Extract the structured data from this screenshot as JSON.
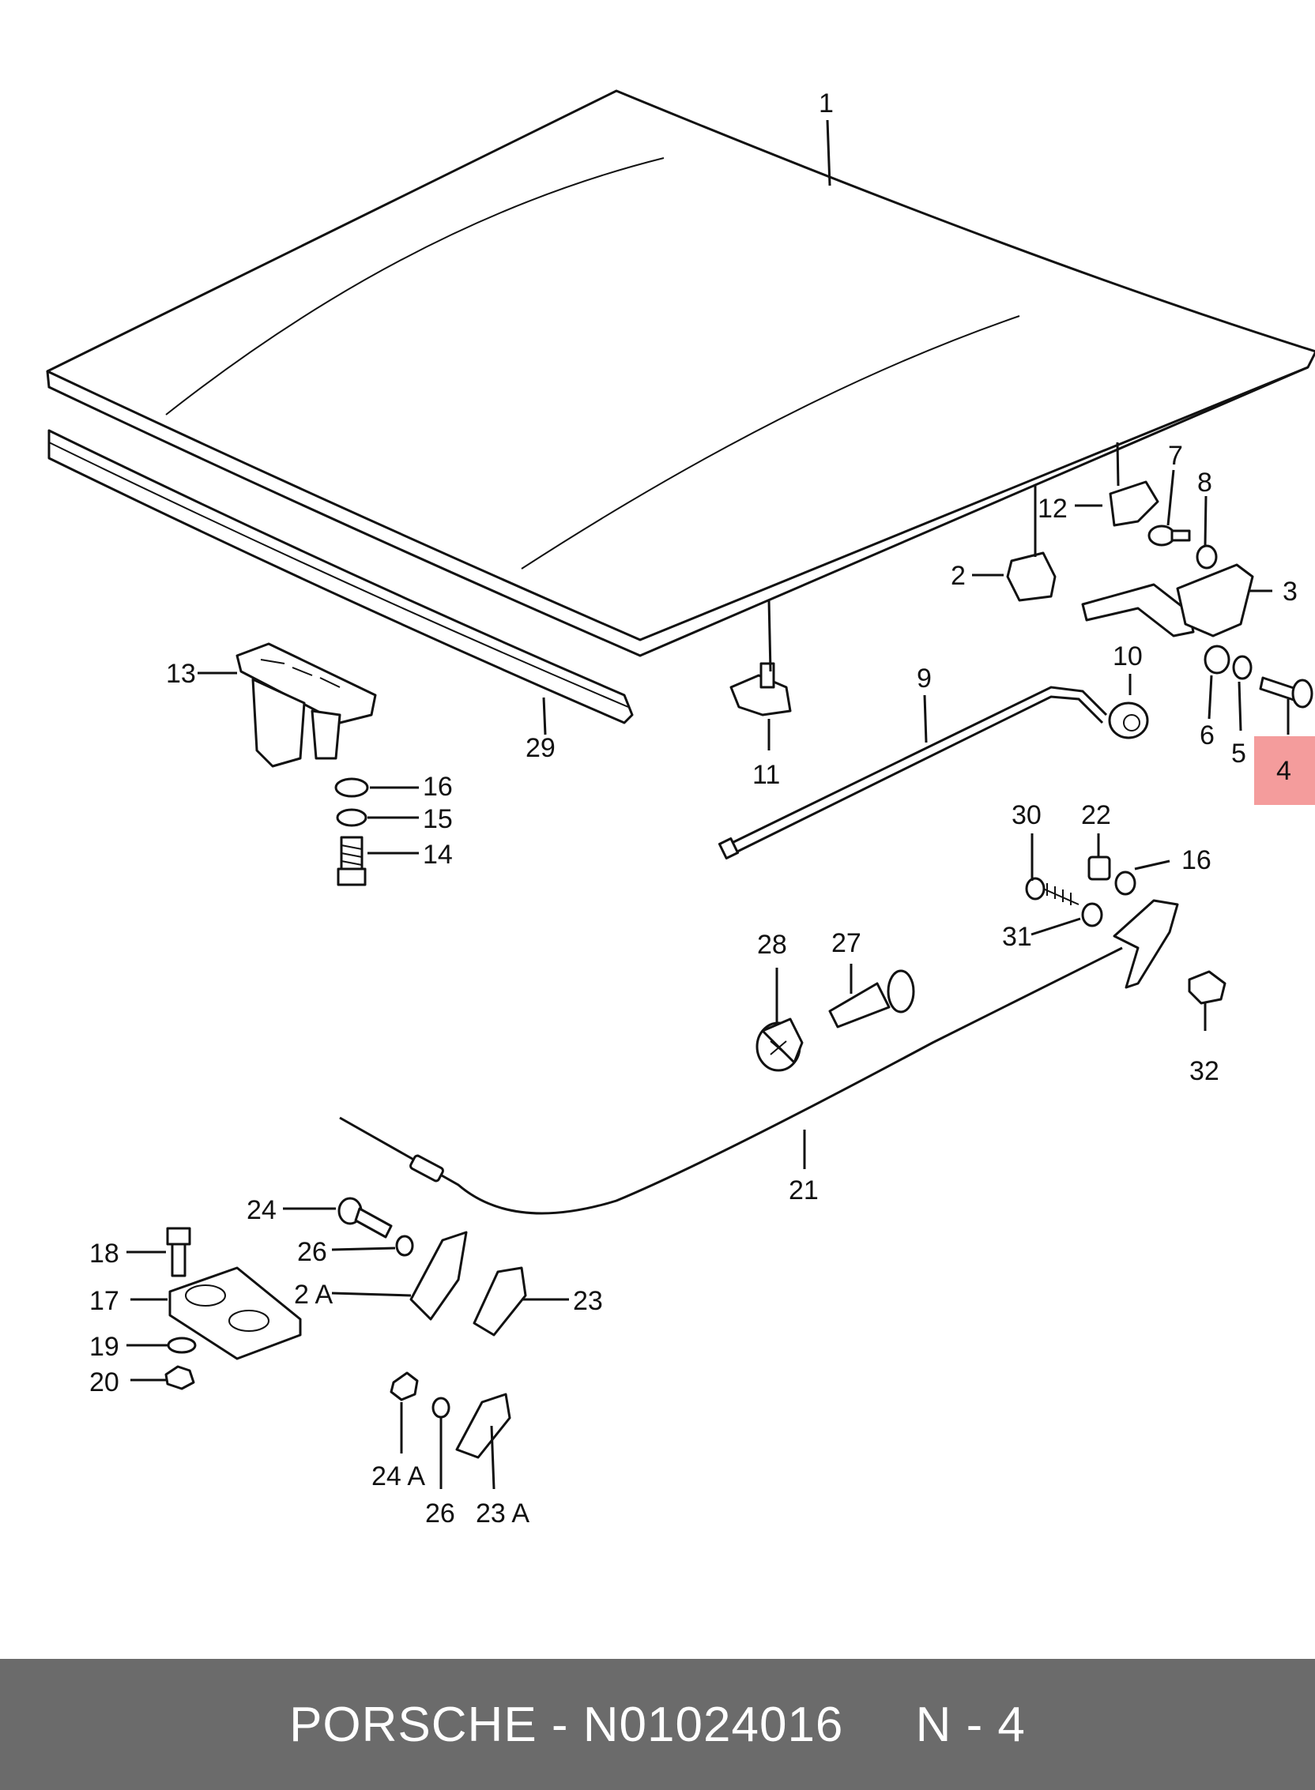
{
  "labels": {
    "l1": "1",
    "l2": "2",
    "l3": "3",
    "l4": "4",
    "l5": "5",
    "l6": "6",
    "l7": "7",
    "l8": "8",
    "l9": "9",
    "l10": "10",
    "l11": "11",
    "l12": "12",
    "l13": "13",
    "l14": "14",
    "l15": "15",
    "l16a": "16",
    "l16b": "16",
    "l17": "17",
    "l18": "18",
    "l19": "19",
    "l20": "20",
    "l21": "21",
    "l22": "22",
    "l23": "23",
    "l23a": "23 A",
    "l24": "24",
    "l24a": "24 A",
    "l26a": "26",
    "l26b": "26",
    "l27": "27",
    "l28": "28",
    "l29": "29",
    "l2a": "2 A",
    "l30": "30",
    "l31": "31",
    "l32": "32"
  },
  "highlight": {
    "label": "4",
    "color": "#f28b8b"
  },
  "footer": {
    "brand": "PORSCHE",
    "separator": " - ",
    "part_number": "N01024016",
    "gap": "     ",
    "ref": "N - 4",
    "background": "#6b6b6b"
  }
}
